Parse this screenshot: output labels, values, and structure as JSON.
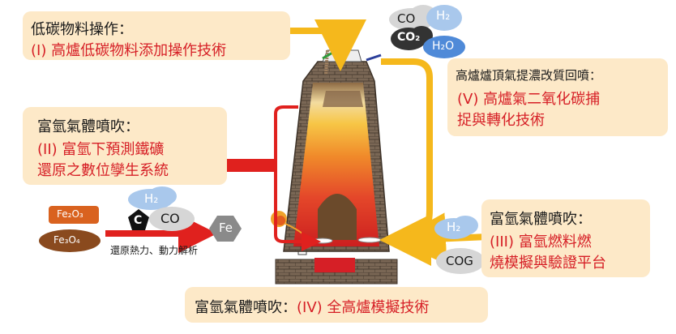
{
  "boxes": {
    "low_carbon": {
      "heading": "低碳物料操作：",
      "item": "(I) 高爐低碳物料添加操作技術"
    },
    "hydrogen_left": {
      "heading": "富氫氣體噴吹：",
      "item_line1": "(II) 富氫下預測鐵礦",
      "item_line2": "還原之數位孿生系統"
    },
    "top_gas": {
      "heading": "高爐爐頂氣提濃改質回噴：",
      "item_line1": "(V) 高爐氣二氧化碳捕",
      "item_line2": "捉與轉化技術"
    },
    "hydrogen_right": {
      "heading": "富氫氣體噴吹：",
      "item_line1": "(III) 富氫燃料燃",
      "item_line2": "燒模擬與驗證平台"
    },
    "bottom": {
      "heading": "富氫氣體噴吹：",
      "item": "(IV) 全高爐模擬技術"
    }
  },
  "reduction": {
    "ore1": "Fe₂O₃",
    "ore2": "Fe₃O₄",
    "carbon": "C",
    "hydrogen": "H₂",
    "carbon_monoxide": "CO",
    "iron": "Fe",
    "arrow_label": "還原熱力、動力解析"
  },
  "top_gases": {
    "co": "CO",
    "h2": "H₂",
    "co2": "CO₂",
    "h2o": "H₂O"
  },
  "inputs": {
    "h2": "H₂",
    "cog": "COG"
  },
  "colors": {
    "box_fill": "#fde9c8",
    "accent_red": "#d61f26",
    "arrow_yellow": "#f5b81c",
    "cloud_blue": "#a9c8ec",
    "cloud_gray": "#d0d0d0",
    "furnace_brick": "#7a6755"
  }
}
